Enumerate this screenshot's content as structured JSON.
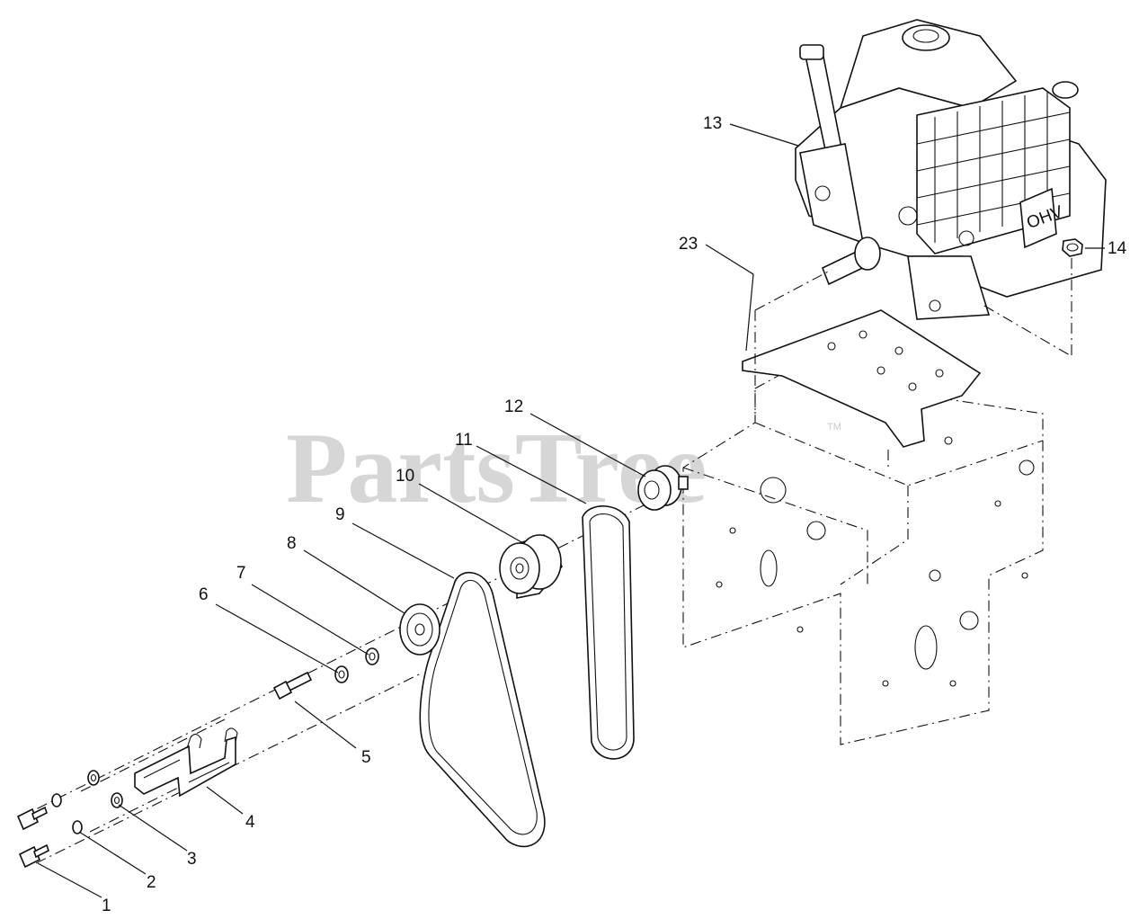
{
  "watermark": {
    "text": "PartsTree",
    "tm": "TM"
  },
  "callouts": [
    {
      "id": "1",
      "label": "1"
    },
    {
      "id": "2",
      "label": "2"
    },
    {
      "id": "3",
      "label": "3"
    },
    {
      "id": "4",
      "label": "4"
    },
    {
      "id": "5",
      "label": "5"
    },
    {
      "id": "6",
      "label": "6"
    },
    {
      "id": "7",
      "label": "7"
    },
    {
      "id": "8",
      "label": "8"
    },
    {
      "id": "9",
      "label": "9"
    },
    {
      "id": "10",
      "label": "10"
    },
    {
      "id": "11",
      "label": "11"
    },
    {
      "id": "12",
      "label": "12"
    },
    {
      "id": "13",
      "label": "13"
    },
    {
      "id": "14",
      "label": "14"
    },
    {
      "id": "23",
      "label": "23"
    }
  ],
  "engine_badge": "OHV"
}
